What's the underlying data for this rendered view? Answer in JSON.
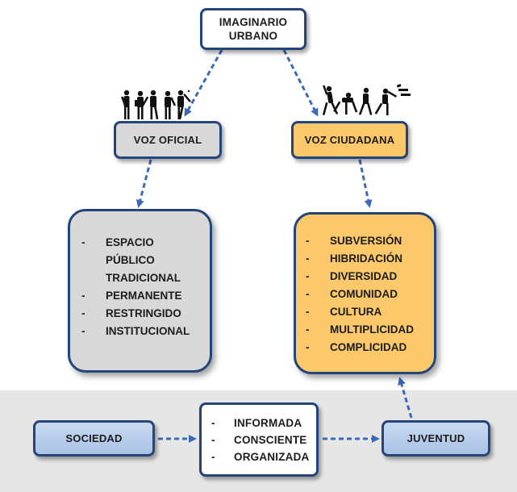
{
  "top": {
    "line1": "IMAGINARIO",
    "line2": "URBANO"
  },
  "left": {
    "label": "VOZ OFICIAL",
    "items": [
      {
        "dash": "-",
        "text": "ESPACIO PÚBLICO TRADICIONAL"
      },
      {
        "dash": "-",
        "text": "PERMANENTE"
      },
      {
        "dash": "-",
        "text": "RESTRINGIDO"
      },
      {
        "dash": "-",
        "text": "INSTITUCIONAL"
      }
    ]
  },
  "right": {
    "label": "VOZ CIUDADANA",
    "items": [
      {
        "dash": "-",
        "text": "SUBVERSIÓN"
      },
      {
        "dash": "-",
        "text": "HIBRIDACIÓN"
      },
      {
        "dash": "-",
        "text": "DIVERSIDAD"
      },
      {
        "dash": "-",
        "text": "COMUNIDAD"
      },
      {
        "dash": "-",
        "text": "CULTURA"
      },
      {
        "dash": "-",
        "text": "MULTIPLICIDAD"
      },
      {
        "dash": "-",
        "text": "COMPLICIDAD"
      }
    ]
  },
  "bottom": {
    "sociedad": "SOCIEDAD",
    "juventud": "JUVENTUD",
    "center_items": [
      {
        "dash": "-",
        "text": "INFORMADA"
      },
      {
        "dash": "-",
        "text": "CONSCIENTE"
      },
      {
        "dash": "-",
        "text": "ORGANIZADA"
      }
    ]
  },
  "colors": {
    "border": "#24457a",
    "arrow": "#3a6ab8",
    "gray_box": "#d8d8d8",
    "orange_box": "#fbc86b",
    "blue_box": "#b9cdeb",
    "band": "#e6e6e6"
  },
  "icons": {
    "official_figures": "business-people-silhouettes-icon",
    "citizen_figures": "dancing-youth-silhouettes-icon"
  }
}
